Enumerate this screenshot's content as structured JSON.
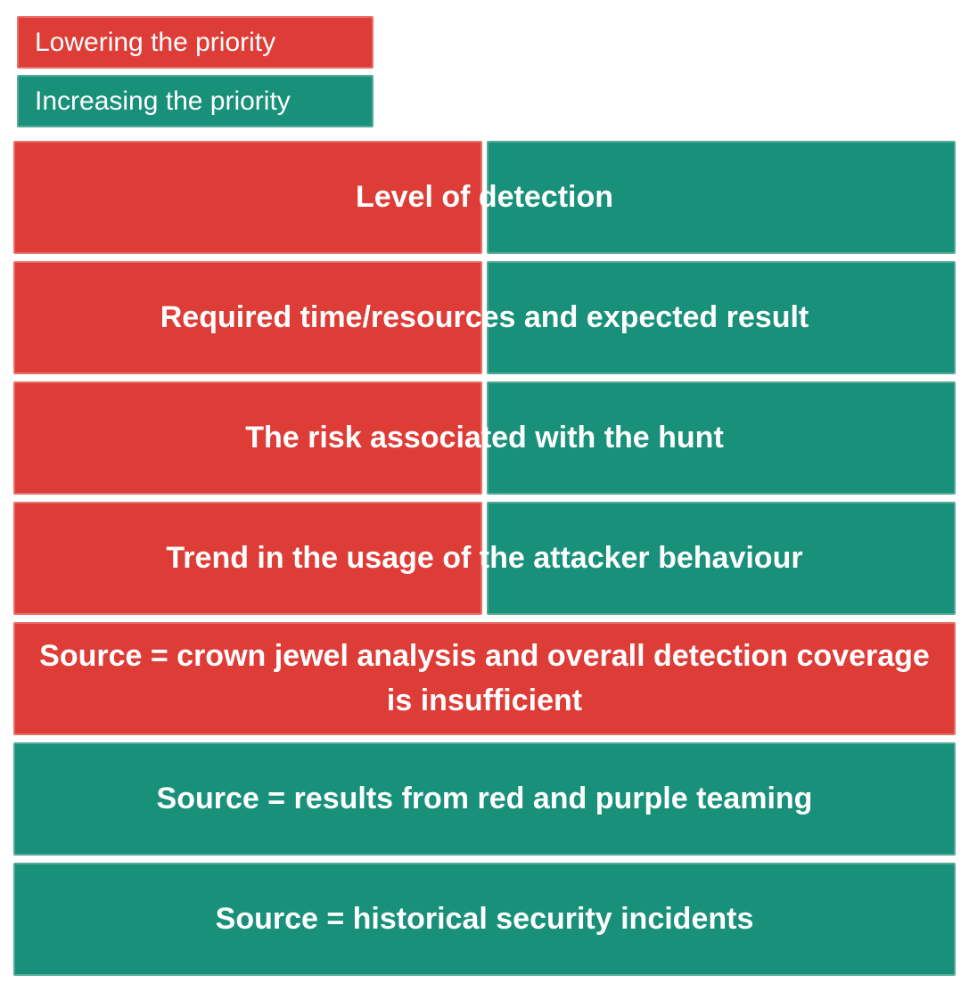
{
  "page": {
    "background": "#FFFFFF"
  },
  "colors": {
    "lowering_red": "#DE3C36",
    "increasing_teal": "#18907A",
    "label_text": "#FFFFFF"
  },
  "legend": {
    "items": [
      {
        "id": "lowering",
        "label": "Lowering the priority",
        "color": "#DE3C36"
      },
      {
        "id": "increasing",
        "label": "Increasing the priority",
        "color": "#18907A"
      }
    ]
  },
  "diagram": {
    "rows": [
      {
        "label": "Level of detection",
        "layout": "split",
        "left_color": "lowering_red",
        "right_color": "increasing_teal"
      },
      {
        "label": "Required time/resources and expected result",
        "layout": "split",
        "left_color": "lowering_red",
        "right_color": "increasing_teal"
      },
      {
        "label": "The risk associated with the hunt",
        "layout": "split",
        "left_color": "lowering_red",
        "right_color": "increasing_teal"
      },
      {
        "label": "Trend in the usage of the attacker behaviour",
        "layout": "split",
        "left_color": "lowering_red",
        "right_color": "increasing_teal"
      },
      {
        "label": "Source = crown jewel analysis and overall detection coverage is insufficient",
        "layout": "full",
        "color": "lowering_red"
      },
      {
        "label": "Source = results from red and purple teaming",
        "layout": "full",
        "color": "increasing_teal"
      },
      {
        "label": "Source = historical security incidents",
        "layout": "full",
        "color": "increasing_teal"
      }
    ]
  }
}
